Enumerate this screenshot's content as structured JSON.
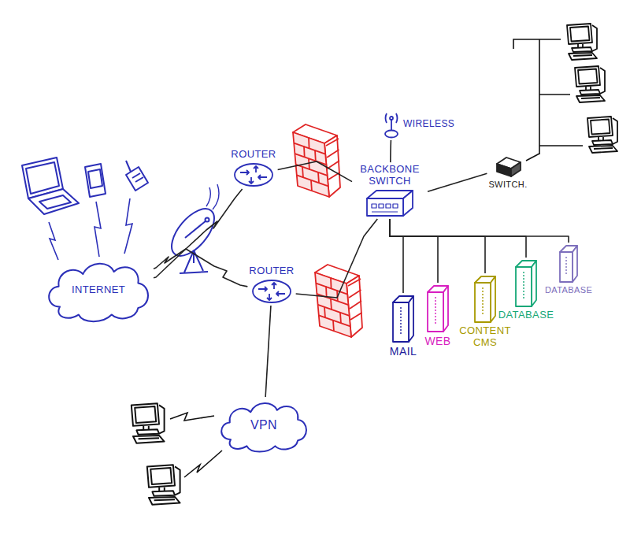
{
  "diagram": {
    "nodes": [
      {
        "text": [
          "WIRELESS"
        ]
      },
      {
        "text": [
          "ROUTER"
        ]
      },
      {
        "text": [
          "BACKBONE SWITCH"
        ]
      },
      {
        "text": [
          "SWITCH."
        ]
      },
      {
        "text": [
          "INTERNET"
        ]
      },
      {
        "text": [
          "ROUTER"
        ]
      },
      {
        "text": [
          "MAIL"
        ]
      },
      {
        "text": [
          "WEB"
        ]
      },
      {
        "text": [
          "CONTENT CMS"
        ]
      },
      {
        "text": [
          "DATABASE"
        ]
      },
      {
        "text": [
          "DATABASE"
        ]
      },
      {
        "text": [
          "VPN"
        ]
      }
    ],
    "edges": [
      {
        "from": 4,
        "to": 1,
        "arrow": "none"
      },
      {
        "from": 4,
        "to": 5,
        "arrow": "none"
      },
      {
        "from": 1,
        "to": 2,
        "arrow": "none"
      },
      {
        "from": 5,
        "to": 2,
        "arrow": "none"
      },
      {
        "from": 5,
        "to": 11,
        "arrow": "none"
      },
      {
        "from": 2,
        "to": 0,
        "arrow": "none"
      },
      {
        "from": 2,
        "to": 3,
        "arrow": "none"
      },
      {
        "from": 2,
        "to": 6,
        "arrow": "none"
      },
      {
        "from": 2,
        "to": 7,
        "arrow": "none"
      },
      {
        "from": 2,
        "to": 8,
        "arrow": "none"
      },
      {
        "from": 2,
        "to": 9,
        "arrow": "none"
      },
      {
        "from": 2,
        "to": 10,
        "arrow": "none"
      }
    ]
  }
}
